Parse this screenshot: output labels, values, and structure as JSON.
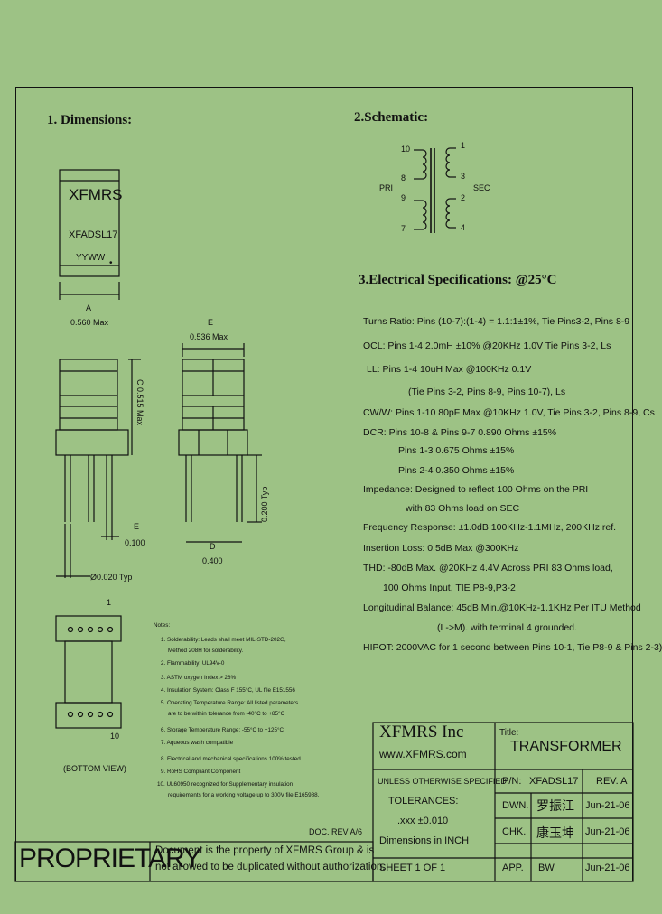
{
  "headings": {
    "dimensions": "1. Dimensions:",
    "schematic": "2.Schematic:",
    "electrical": "3.Electrical Specifications: @25°C"
  },
  "part_marking": {
    "brand": "XFMRS",
    "part": "XFADSL17",
    "date_code": "YYWW"
  },
  "dim_labels": {
    "a_letter": "A",
    "a_value": "0.560 Max",
    "e_letter": "E",
    "e_value": "0.536 Max",
    "c_vertical": "C 0.515 Max",
    "typ_vertical": "0.200 Typ",
    "e2_letter": "E",
    "e2_value": "0.100",
    "d_letter": "D",
    "d_value": "0.400",
    "pin_dia": "Ø0.020 Typ",
    "pin1": "1",
    "pin10": "10",
    "bottom_view": "(BOTTOM VIEW)"
  },
  "schematic": {
    "pri": "PRI",
    "sec": "SEC",
    "pins_left": [
      "10",
      "8",
      "9",
      "7"
    ],
    "pins_right": [
      "1",
      "3",
      "2",
      "4"
    ]
  },
  "specs": [
    "Turns Ratio: Pins (10-7):(1-4) = 1.1:1±1%, Tie Pins3-2, Pins 8-9",
    "OCL: Pins 1-4 2.0mH ±10% @20KHz 1.0V Tie Pins 3-2, Ls",
    "LL: Pins 1-4 10uH Max @100KHz 0.1V",
    "(Tie Pins 3-2, Pins 8-9, Pins 10-7), Ls",
    "CW/W: Pins 1-10 80pF Max @10KHz 1.0V, Tie Pins 3-2, Pins 8-9, Cs",
    "DCR: Pins 10-8 & Pins 9-7 0.890 Ohms ±15%",
    "Pins 1-3 0.675 Ohms ±15%",
    "Pins 2-4 0.350 Ohms ±15%",
    "Impedance: Designed to reflect 100 Ohms on the PRI",
    "with 83 Ohms load on SEC",
    "Frequency Response: ±1.0dB 100KHz-1.1MHz, 200KHz ref.",
    "Insertion Loss: 0.5dB Max @300KHz",
    "THD: -80dB Max. @20KHz 4.4V Across PRI 83 Ohms load,",
    "100 Ohms Input, TIE P8-9,P3-2",
    "Longitudinal Balance: 45dB Min.@10KHz-1.1KHz Per ITU Method",
    "(L->M). with terminal 4 grounded.",
    "HIPOT: 2000VAC for 1 second between Pins 10-1, Tie P8-9 & Pins 2-3)"
  ],
  "notes_title": "Notes:",
  "notes": [
    "1. Solderability: Leads shall meet MIL-STD-202G,",
    "Method 208H for solderability.",
    "2. Flammability: UL94V-0",
    "3. ASTM oxygen Index > 28%",
    "4. Insulation System: Class F 155°C, UL file E151556",
    "5. Operating Temperature Range: All listed parameters",
    "are to be within tolerance from -40°C to +85°C",
    "6. Storage Temperature Range: -55°C to +125°C",
    "7. Aqueous wash compatible",
    "8. Electrical and mechanical specifications 100% tested",
    "9. RoHS Compliant Component",
    "10. UL60950 recognized for Supplementary insulation",
    "requirements for a working voltage up to 300V file E165988."
  ],
  "title_block": {
    "company": "XFMRS Inc",
    "website": "www.XFMRS.com",
    "title_label": "Title:",
    "title_value": "TRANSFORMER",
    "unless": "UNLESS OTHERWISE SPECIFIED",
    "pn_label": "P/N:",
    "pn_value": "XFADSL17",
    "rev": "REV. A",
    "tolerances": "TOLERANCES:",
    "tol_value": ".xxx ±0.010",
    "dims_inch": "Dimensions in INCH",
    "dwn": "DWN.",
    "dwn_sig": "罗振江",
    "dwn_date": "Jun-21-06",
    "chk": "CHK.",
    "chk_sig": "康玉坤",
    "chk_date": "Jun-21-06",
    "sheet": "SHEET 1 OF 1",
    "app": "APP.",
    "app_sig": "BW",
    "app_date": "Jun-21-06",
    "doc_rev": "DOC. REV A/6",
    "proprietary": "PROPRIETARY",
    "prop_line1": "Document is the property of XFMRS Group & is",
    "prop_line2": "not allowed to be duplicated without authorization."
  }
}
